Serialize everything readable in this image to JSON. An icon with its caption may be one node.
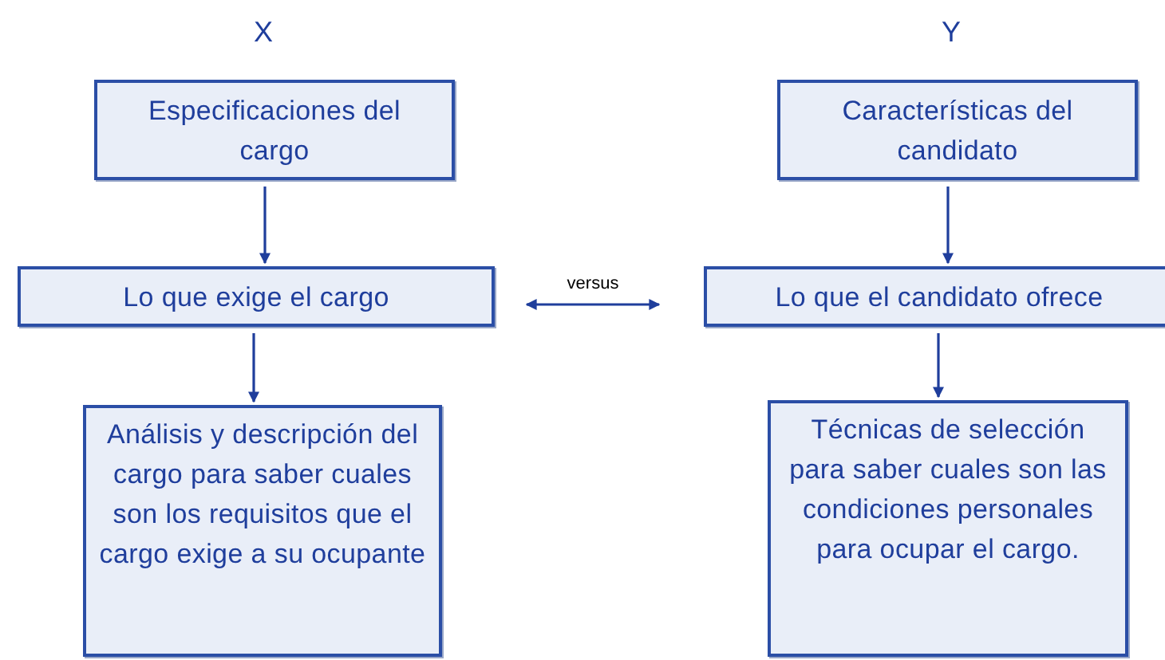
{
  "diagram": {
    "nodes": [
      {
        "text": [
          "Especificaciones del cargo"
        ]
      },
      {
        "text": [
          "Lo que exige el cargo"
        ]
      },
      {
        "text": [
          "Análisis y descripción del cargo para saber cuales son los requisitos que el cargo exige a su ocupante"
        ]
      },
      {
        "text": [
          "Características del candidato"
        ]
      },
      {
        "text": [
          "Lo que el candidato ofrece"
        ]
      },
      {
        "text": [
          "Técnicas de selección para saber cuales son las condiciones personales para ocupar el cargo."
        ]
      }
    ],
    "edges": [
      {
        "from": 0,
        "to": 1,
        "arrow": "to"
      },
      {
        "from": 1,
        "to": 2,
        "arrow": "to"
      },
      {
        "from": 3,
        "to": 4,
        "arrow": "to"
      },
      {
        "from": 4,
        "to": 5,
        "arrow": "to"
      },
      {
        "from": 1,
        "to": 4,
        "arrow": "both",
        "label": "versus"
      }
    ],
    "labels": [
      "X",
      "Y"
    ]
  }
}
